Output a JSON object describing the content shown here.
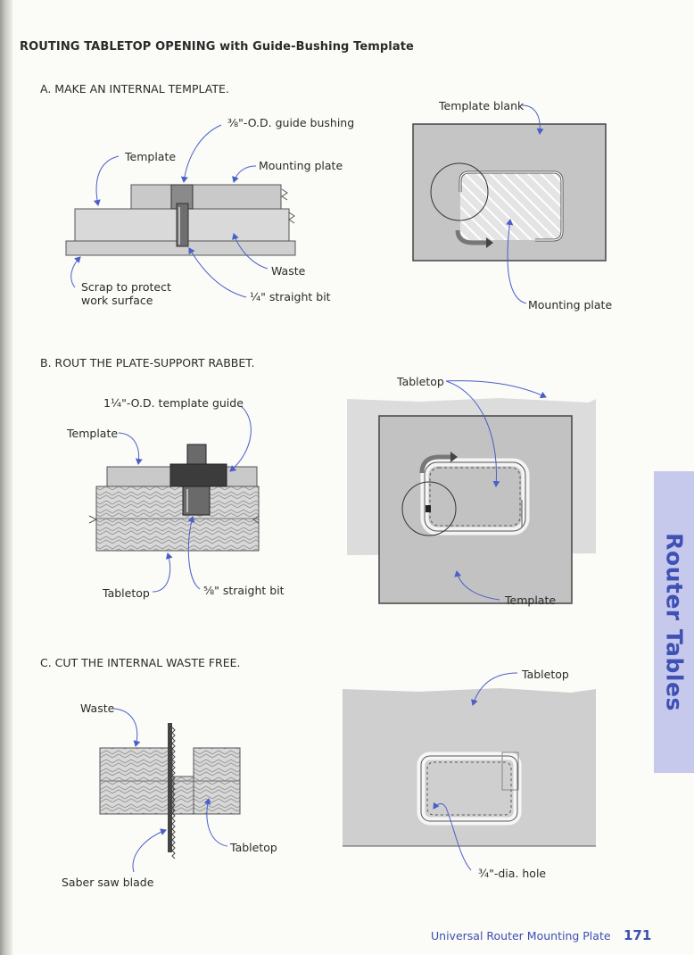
{
  "page": {
    "title": "ROUTING TABLETOP OPENING with Guide-Bushing Template",
    "footer_text": "Universal Router Mounting Plate",
    "page_number": "171",
    "side_tab": "Router Tables"
  },
  "colors": {
    "leader_arrow": "#4a5fc8",
    "side_tab_bg": "#c6c8ec",
    "side_tab_text": "#3f51b5",
    "panel_gray": "#c8c8c8",
    "tabletop_gray": "#dadada"
  },
  "sections": {
    "a": {
      "heading": "A. MAKE AN INTERNAL TEMPLATE.",
      "labels": {
        "guide_bushing": "⅜\"-O.D. guide bushing",
        "template": "Template",
        "mounting_plate": "Mounting plate",
        "waste": "Waste",
        "scrap_line1": "Scrap to protect",
        "scrap_line2": "work surface",
        "bit": "¼\" straight bit",
        "template_blank": "Template blank",
        "mounting_plate_right": "Mounting plate"
      }
    },
    "b": {
      "heading": "B. ROUT THE PLATE-SUPPORT RABBET.",
      "labels": {
        "template_guide": "1¼\"-O.D. template guide",
        "template": "Template",
        "tabletop": "Tabletop",
        "bit": "⅝\" straight bit",
        "tabletop_right": "Tabletop",
        "template_right": "Template"
      }
    },
    "c": {
      "heading": "C. CUT THE INTERNAL WASTE FREE.",
      "labels": {
        "waste": "Waste",
        "tabletop": "Tabletop",
        "saber_saw": "Saber saw blade",
        "tabletop_right": "Tabletop",
        "hole": "¾\"-dia. hole"
      }
    }
  }
}
